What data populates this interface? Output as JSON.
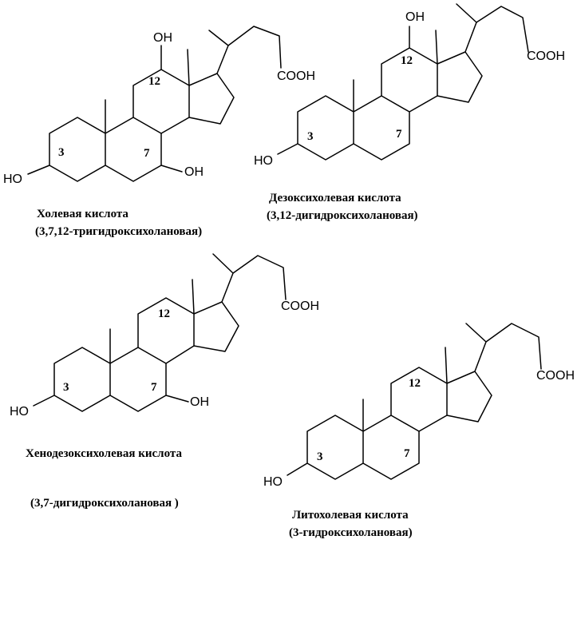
{
  "groups": {
    "oh": "OH",
    "ho": "HO",
    "cooh": "COOH"
  },
  "positions": {
    "c3": "3",
    "c7": "7",
    "c12": "12"
  },
  "molecules": [
    {
      "name": "Холевая кислота",
      "systematic": "(3,7,12-тригидроксихолановая)"
    },
    {
      "name": "Дезоксихолевая кислота",
      "systematic": "(3,12-дигидроксихолановая)"
    },
    {
      "name": "Хенодезоксихолевая кислота",
      "systematic": "(3,7-дигидроксихолановая )"
    },
    {
      "name": "Литохолевая кислота",
      "systematic": "(3-гидроксихолановая)"
    }
  ]
}
